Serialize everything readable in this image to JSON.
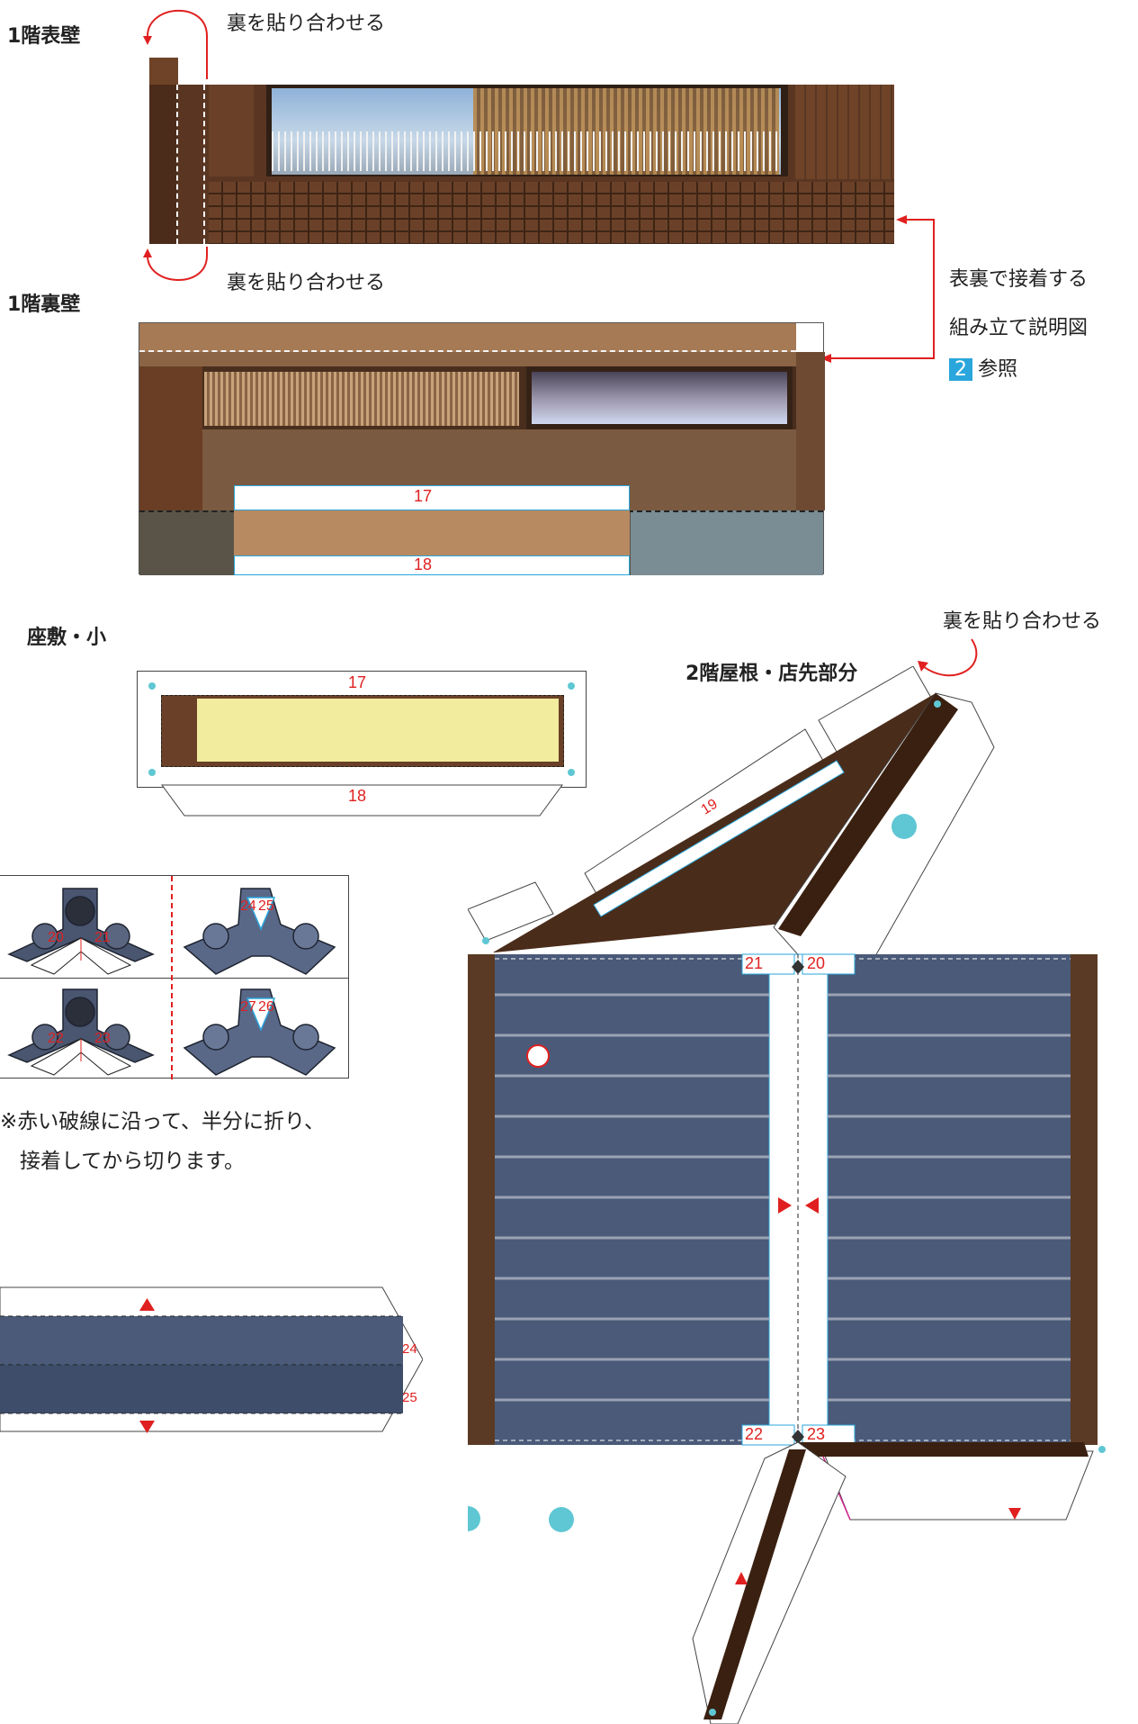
{
  "sections": {
    "front_wall": "1階表壁",
    "back_wall": "1階裏壁",
    "tatami_small": "座敷・小",
    "roof_2f": "2階屋根・店先部分"
  },
  "instructions": {
    "glue_back_top": "裏を貼り合わせる",
    "glue_back_bottom": "裏を貼り合わせる",
    "glue_back_roof": "裏を貼り合わせる",
    "glue_both_sides": "表裏で接着する",
    "assembly_diagram": "組み立て説明図",
    "ref_number": "2",
    "ref_suffix": "参照",
    "fold_note_line1": "※赤い破線に沿って、半分に折り、",
    "fold_note_line2": "接着してから切ります。"
  },
  "tab_numbers": {
    "back_wall_top": "17",
    "back_wall_bottom": "18",
    "tatami_top": "17",
    "tatami_bottom": "18",
    "ridge_label": "19",
    "onigawara_left_a": "20",
    "onigawara_left_b": "21",
    "onigawara_right_a": "24",
    "onigawara_right_b": "25",
    "onigawara_left2_a": "22",
    "onigawara_left2_b": "23",
    "onigawara_right2_a": "27",
    "onigawara_right2_b": "26",
    "ridge_tile_top": "24",
    "ridge_tile_bottom": "25",
    "roof_top_left": "21",
    "roof_top_right": "20",
    "roof_bottom_left": "22",
    "roof_bottom_right": "23"
  },
  "colors": {
    "wood_dark": "#5b3823",
    "wood_mid": "#8a5a3a",
    "roof_tile_blue": "#4a5a78",
    "roof_brown": "#4a2c1a",
    "tatami_yellow": "#f2ec9e",
    "glue_dot": "#5fc7d3",
    "guide_red": "#e02020"
  }
}
